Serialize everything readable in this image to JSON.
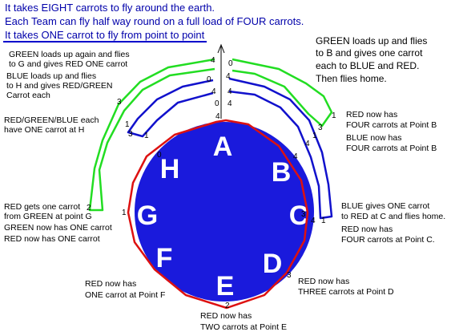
{
  "header": {
    "line1": "It takes EIGHT carrots to fly around the earth.",
    "line2": "Each Team can fly half way round on a full load of FOUR carrots.",
    "line3": "It takes ONE carrot to fly from point to point"
  },
  "colors": {
    "red_team": "#dd1111",
    "green_team": "#22dd22",
    "blue_team": "#1111cc",
    "earth": "#1a1adc",
    "header_text": "#0000aa",
    "underline": "#0000cc"
  },
  "points": [
    "A",
    "B",
    "C",
    "D",
    "E",
    "F",
    "G",
    "H"
  ],
  "notes": {
    "green_h_1": "GREEN loads up again and flies",
    "green_h_2": "to G and gives RED ONE carrot",
    "blue_h_1": "BLUE loads up and flies",
    "blue_h_2": "to H and gives RED/GREEN",
    "blue_h_3": "Carrot each",
    "all_h_1": "RED/GREEN/BLUE each",
    "all_h_2": "have ONE carrot at H",
    "green_b_1": "GREEN loads up and flies",
    "green_b_2": "to B and gives one carrot",
    "green_b_3": "each to BLUE and RED.",
    "green_b_4": "Then flies home.",
    "red_b_1": "RED now has",
    "red_b_2": "FOUR carrots at Point B",
    "blue_b_1": "BLUE now has",
    "blue_b_2": "FOUR carrots at Point B",
    "green_g_1": "RED gets one carrot",
    "green_g_2": "from GREEN at point G",
    "green_g_3": "GREEN now has ONE carrot",
    "green_g_4": "RED now has ONE carrot",
    "blue_c_1": "BLUE gives ONE carrot",
    "blue_c_2": "to RED at C and flies home.",
    "red_c_1": "RED now has",
    "red_c_2": "FOUR carrots at Point C.",
    "red_f_1": "RED now has",
    "red_f_2": "ONE carrot at Point F",
    "red_d_1": "RED now has",
    "red_d_2": "THREE carrots at Point D",
    "red_e_1": "RED now has",
    "red_e_2": "TWO carrots at Point E"
  },
  "counts": {
    "green_top_in": "4",
    "green_top_out": "0",
    "blue_top_in": "0",
    "blue_top_out": "4",
    "red_top_a": "4",
    "red_top_b": "0",
    "red_top_c": "4",
    "mid_a": "4",
    "mid_b": "4",
    "green_left_3": "3",
    "green_left_2": "2",
    "blue_left_3": "3",
    "blue_left_1": "1",
    "green_right_1": "1",
    "green_right_3": "3",
    "red_b": "4",
    "blue_b": "4",
    "blue_right_1": "1",
    "red_h": "1",
    "red_g": "1",
    "red_f": "0",
    "red_c": "4",
    "blue_c": "3",
    "blue_c2": "1",
    "red_d": "3",
    "red_e": "2"
  }
}
